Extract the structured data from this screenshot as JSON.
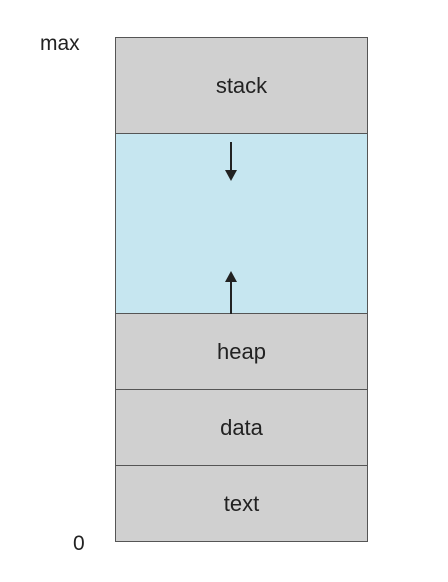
{
  "labels": {
    "max": "max",
    "zero": "0"
  },
  "segments": {
    "stack": "stack",
    "heap": "heap",
    "data": "data",
    "text": "text"
  },
  "colors": {
    "segment_fill": "#d0d0d0",
    "free_fill": "#c6e6f0",
    "border": "#555555",
    "arrow": "#222222"
  }
}
